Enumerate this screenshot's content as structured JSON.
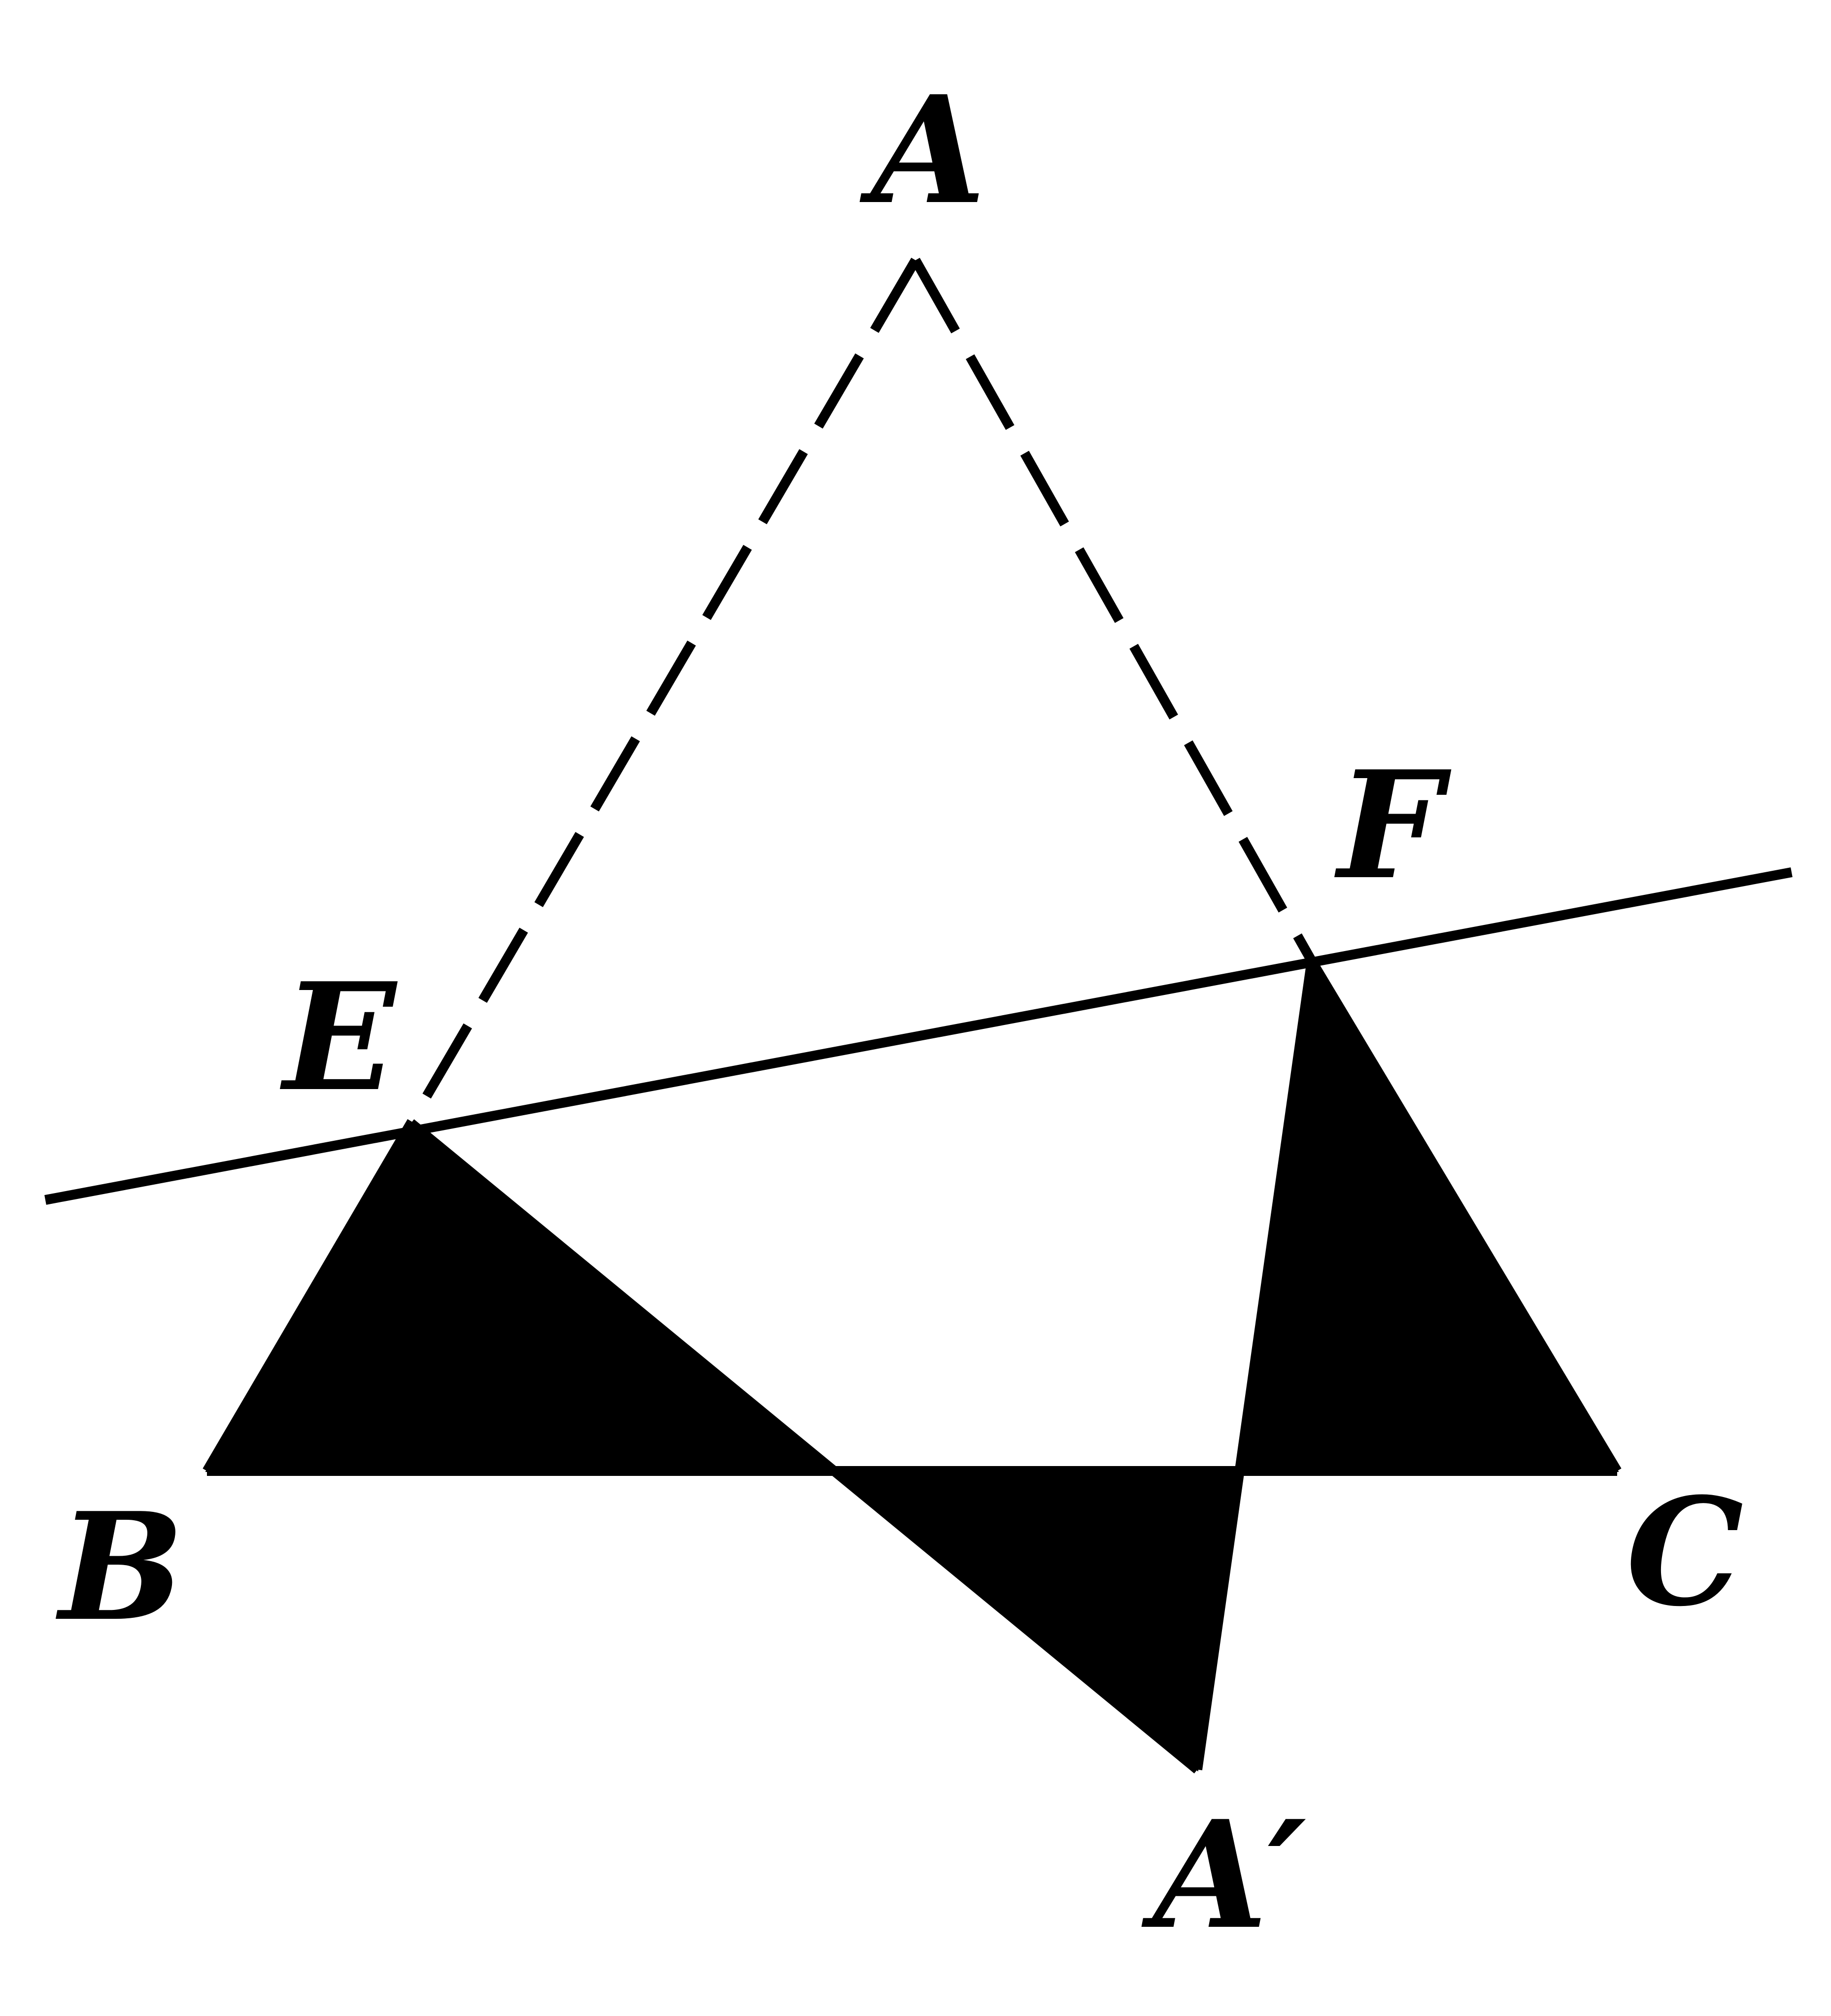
{
  "points": {
    "A": "A",
    "B": "B",
    "C": "C",
    "E": "E",
    "F": "F",
    "A_prime": "A′"
  },
  "colors": {
    "ink": "#000000",
    "background": "#ffffff"
  }
}
